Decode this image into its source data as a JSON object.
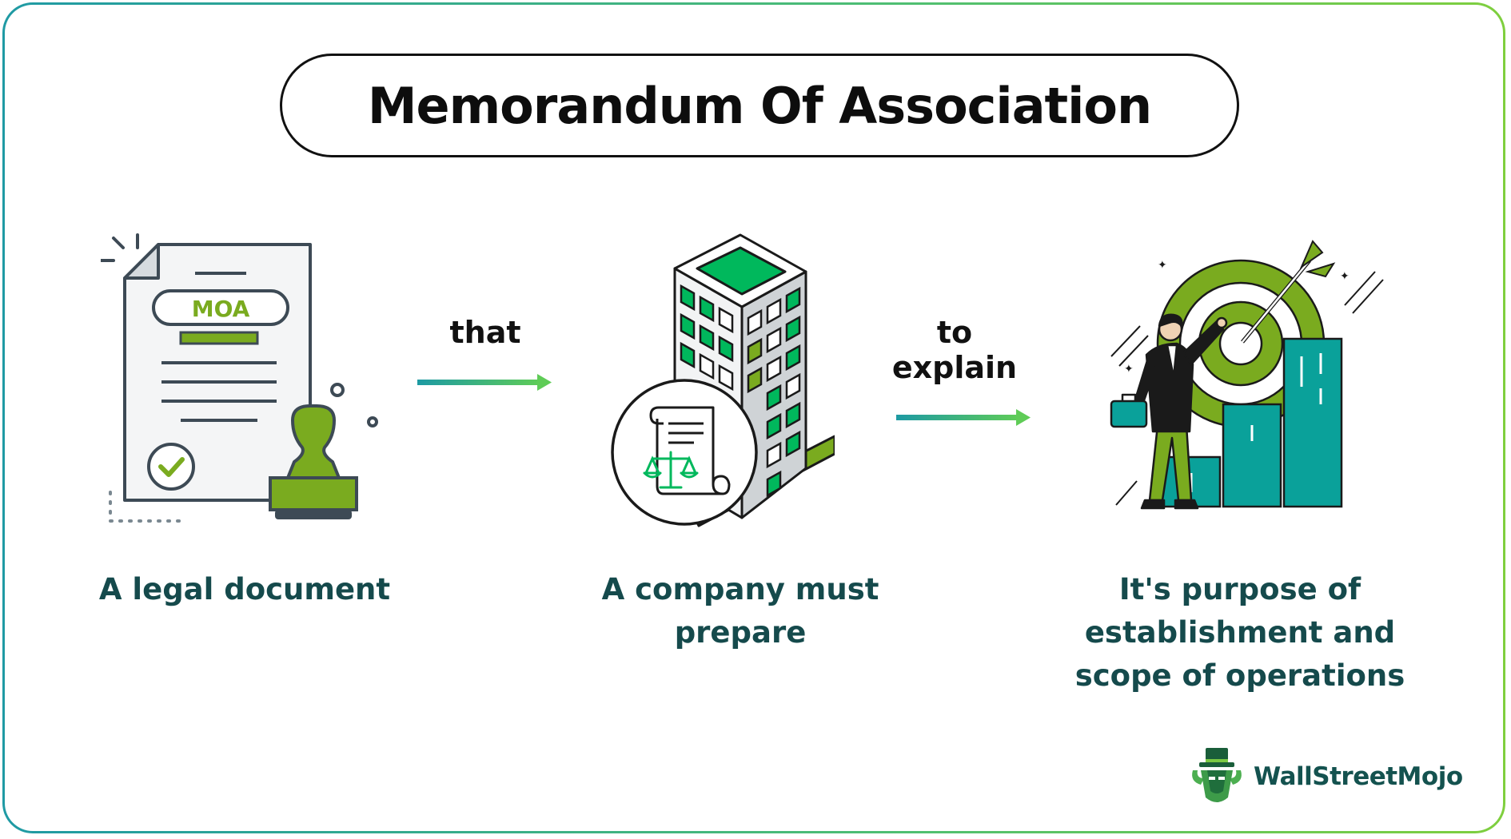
{
  "title": "Memorandum Of Association",
  "steps": [
    {
      "badge": "MOA",
      "caption": "A legal document"
    },
    {
      "caption_line1": "A company must",
      "caption_line2": "prepare"
    },
    {
      "caption_line1": "It's purpose of",
      "caption_line2": "establishment and",
      "caption_line3": "scope of operations"
    }
  ],
  "connectors": [
    {
      "label": "that"
    },
    {
      "label": "to explain"
    }
  ],
  "logo": {
    "name": "WallStreetMojo"
  },
  "colors": {
    "green_bright": "#00b85c",
    "green_olive": "#7aab1f",
    "teal": "#0aa19a",
    "caption": "#154a4c",
    "outline": "#3d4a55"
  }
}
